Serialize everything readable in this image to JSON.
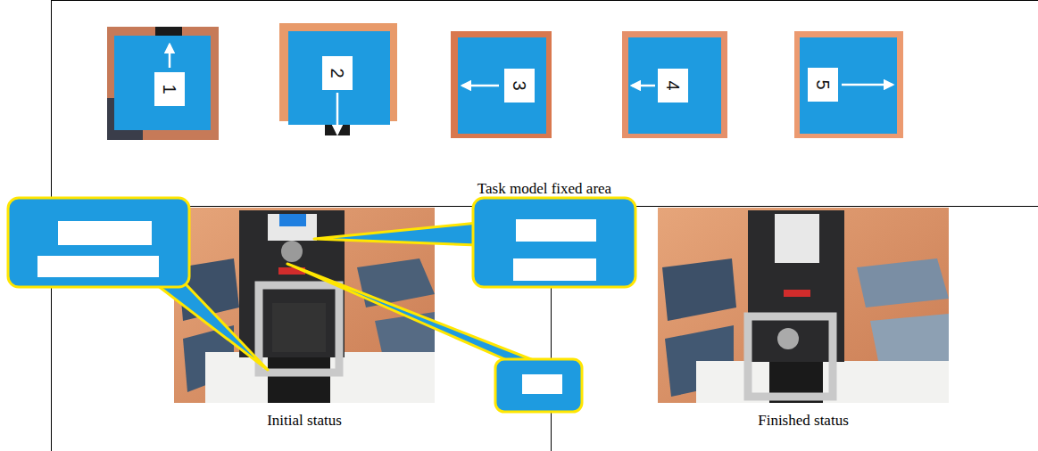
{
  "diagram": {
    "nodes": [
      {
        "text": [
          "1"
        ]
      },
      {
        "text": [
          "2"
        ]
      },
      {
        "text": [
          "3"
        ]
      },
      {
        "text": [
          "4"
        ]
      },
      {
        "text": [
          "5"
        ]
      }
    ],
    "labels": [
      "Task model fixed area",
      "Initial status",
      "Finished status"
    ]
  }
}
